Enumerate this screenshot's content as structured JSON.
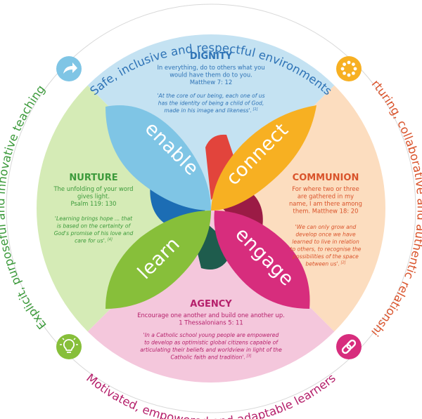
{
  "colors": {
    "top": "#C4E2F2",
    "top_dark": "#2E73B6",
    "left": "#D5EBB6",
    "left_dark": "#3C9A3B",
    "right": "#FCDDBF",
    "right_dark": "#D9532B",
    "bottom": "#F4C7DC",
    "bottom_dark": "#B5206B",
    "enable": "#7FC5E5",
    "connect": "#F7B022",
    "learn": "#87BF3A",
    "engage": "#D72D7D"
  },
  "outer_ring": {
    "top": "Safe, inclusive and respectful environments",
    "right": "Nurturing, collaborative and authentic relationships",
    "bottom": "Motivated, empowered and adaptable learners",
    "left": "Explicit, purposeful and innovative teaching"
  },
  "icons": [
    "share-arrow-icon",
    "dots-circle-icon",
    "lightbulb-icon",
    "chain-link-icon"
  ],
  "dignity": {
    "title": "DIGNITY",
    "lines": [
      "In everything, do to others what you",
      "would have them do to you.",
      "Matthew 7: 12"
    ],
    "quote": [
      "'At the core of our being, each one of us",
      "has the identity of being a child of God,",
      "made in his image and likeness'."
    ],
    "ref": "[1]"
  },
  "nurture": {
    "title": "NURTURE",
    "lines": [
      "The unfolding of your word",
      "gives light.",
      "Psalm 119: 130"
    ],
    "quote": [
      "'Learning brings hope ... that",
      "is based on the certainty of",
      "God's promise of his love and",
      "care for us'."
    ],
    "ref": "[4]"
  },
  "communion": {
    "title": "COMMUNION",
    "lines": [
      "For where two or three",
      "are gathered in my",
      "name, I am there among",
      "them. Matthew 18: 20"
    ],
    "quote": [
      "'We can only grow and",
      "develop once we have",
      "learned to live in relation",
      "to others, to recognise the",
      "possibilities of the space",
      "between us'."
    ],
    "ref": "[2]"
  },
  "agency": {
    "title": "AGENCY",
    "lines": [
      "Encourage one another and build one another up.",
      "1 Thessalonians 5: 11"
    ],
    "quote": [
      "'In a Catholic school young people are empowered",
      "to develop as optimistic global citizens capable of",
      "articulating their beliefs and worldview in light of the",
      "Catholic faith and tradition'."
    ],
    "ref": "[3]"
  },
  "petals": {
    "enable": "enable",
    "connect": "connect",
    "learn": "learn",
    "engage": "engage"
  }
}
